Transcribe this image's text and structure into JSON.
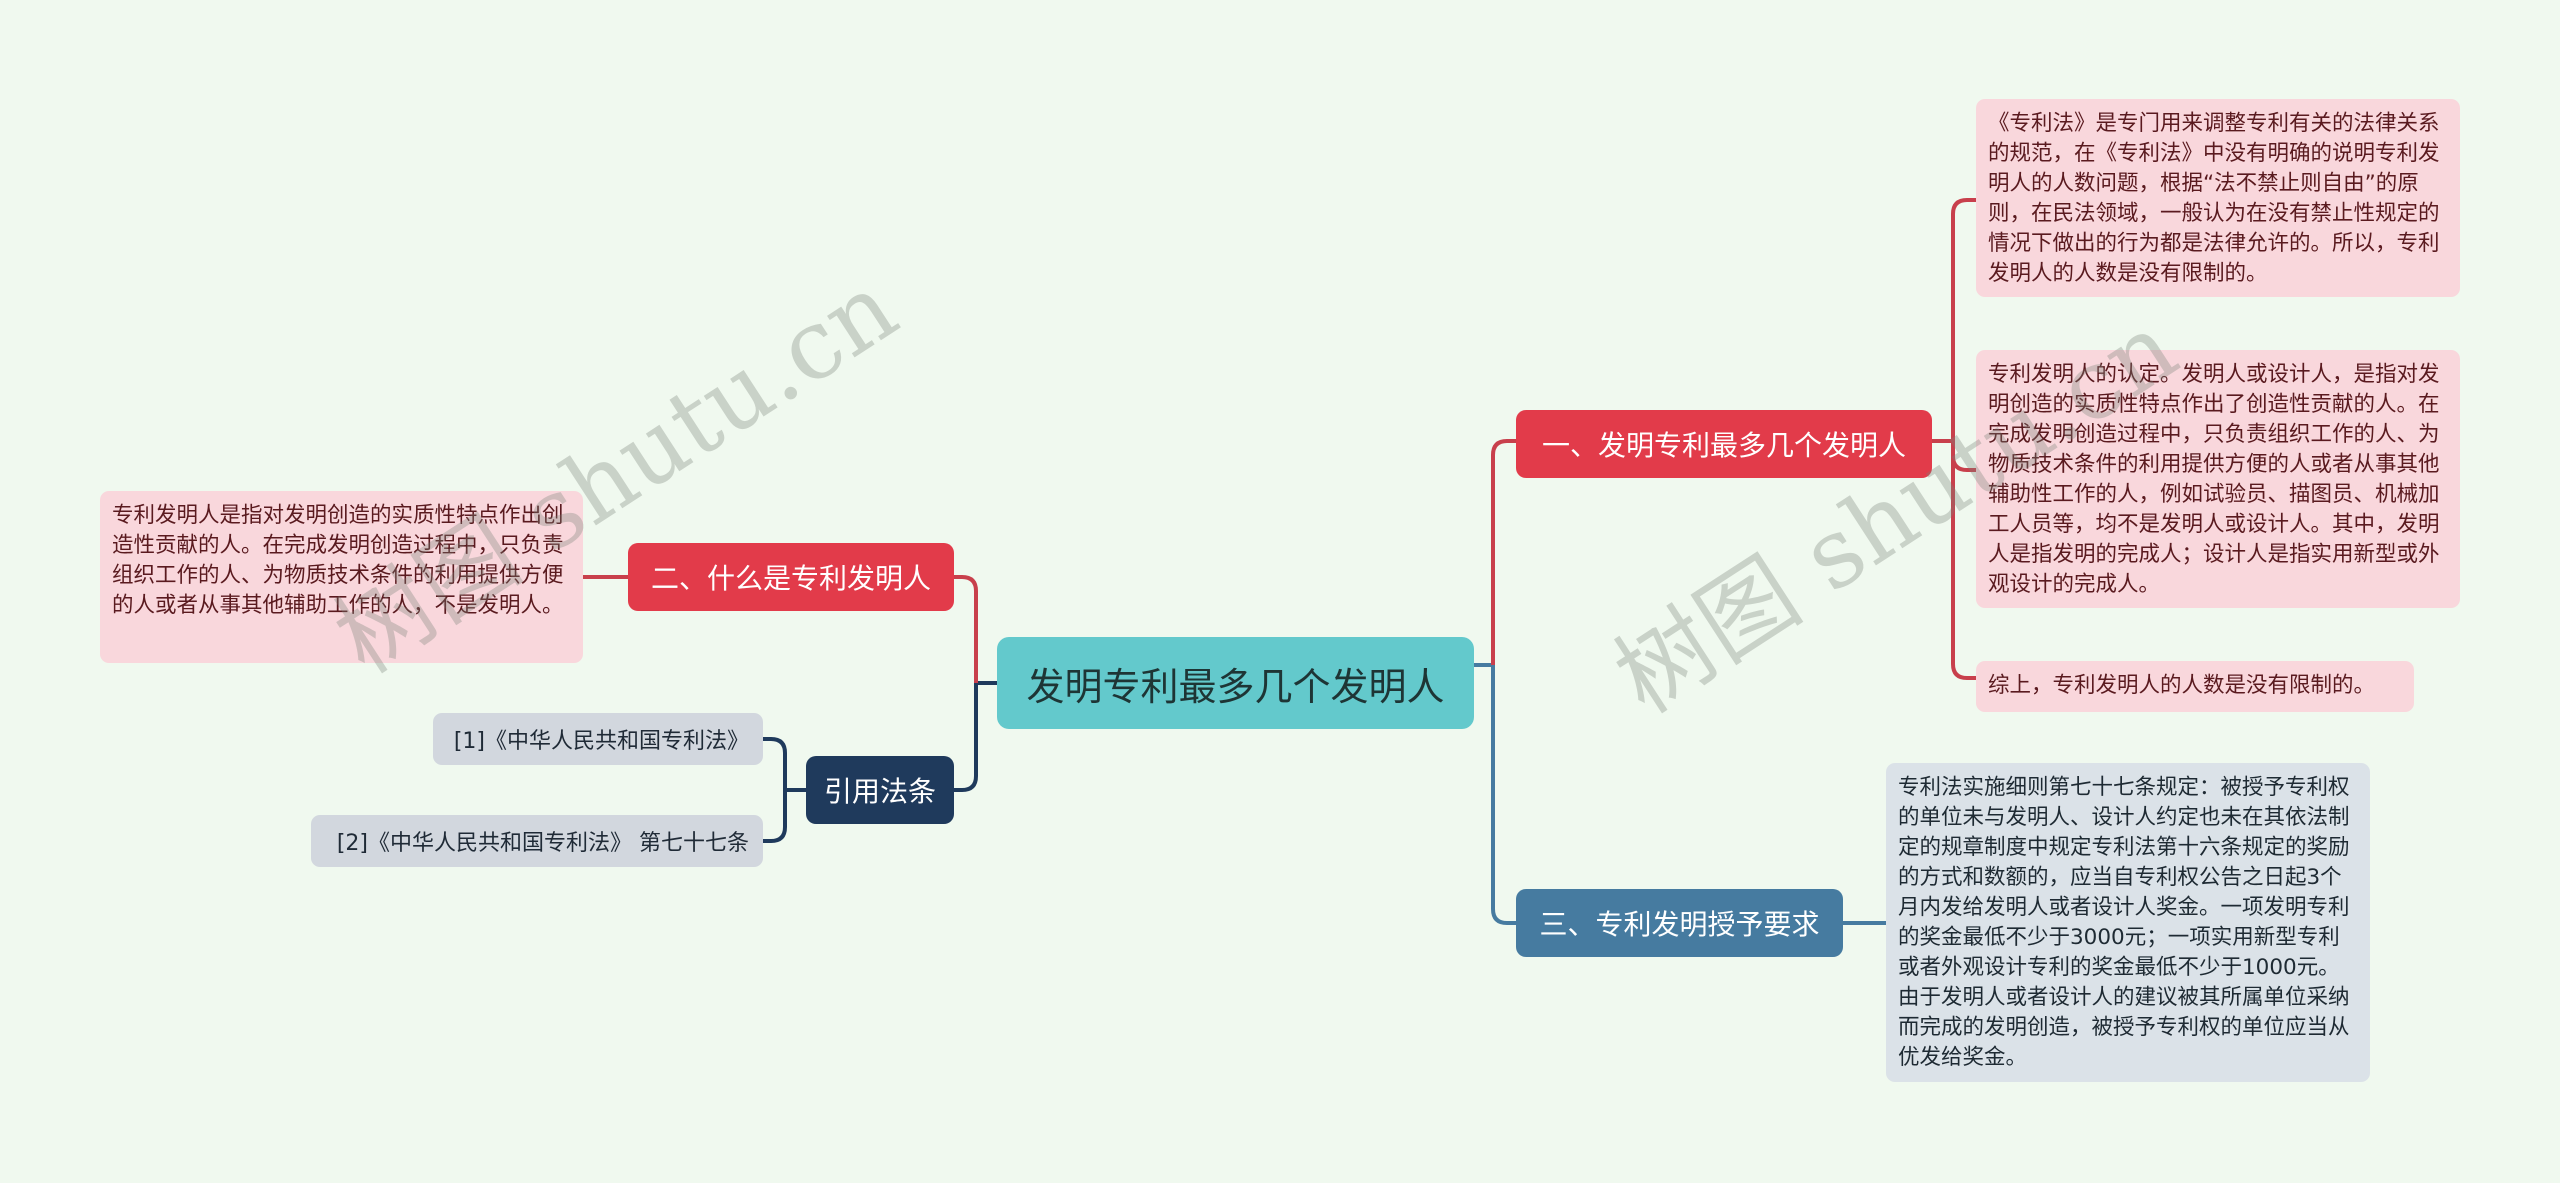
{
  "mindmap": {
    "root": {
      "label": "发明专利最多几个发明人",
      "color": "#63c9cc"
    },
    "branches": [
      {
        "label": "一、发明专利最多几个发明人",
        "color": "#e23b4a",
        "side": "right",
        "children": [
          "《专利法》是专门用来调整专利有关的法律关系的规范，在《专利法》中没有明确的说明专利发明人的人数问题，根据“法不禁止则自由”的原则，在民法领域，一般认为在没有禁止性规定的情况下做出的行为都是法律允许的。所以，专利发明人的人数是没有限制的。",
          "专利发明人的认定。发明人或设计人，是指对发明创造的实质性特点作出了创造性贡献的人。在完成发明创造过程中，只负责组织工作的人、为物质技术条件的利用提供方便的人或者从事其他辅助性工作的人，例如试验员、描图员、机械加工人员等，均不是发明人或设计人。其中，发明人是指发明的完成人；设计人是指实用新型或外观设计的完成人。",
          "综上，专利发明人的人数是没有限制的。"
        ]
      },
      {
        "label": "三、专利发明授予要求",
        "color": "#467ba0",
        "side": "right",
        "children": [
          "专利法实施细则第七十七条规定：被授予专利权的单位未与发明人、设计人约定也未在其依法制定的规章制度中规定专利法第十六条规定的奖励的方式和数额的，应当自专利权公告之日起3个月内发给发明人或者设计人奖金。一项发明专利的奖金最低不少于3000元；一项实用新型专利或者外观设计专利的奖金最低不少于1000元。由于发明人或者设计人的建议被其所属单位采纳而完成的发明创造，被授予专利权的单位应当从优发给奖金。"
        ]
      },
      {
        "label": "二、什么是专利发明人",
        "color": "#e23b4a",
        "side": "left",
        "children": [
          "专利发明人是指对发明创造的实质性特点作出创造性贡献的人。在完成发明创造过程中，只负责组织工作的人、为物质技术条件的利用提供方便的人或者从事其他辅助工作的人，不是发明人。"
        ]
      },
      {
        "label": "引用法条",
        "color": "#1f3a5c",
        "side": "left",
        "children": [
          "[1]《中华人民共和国专利法》",
          "[2]《中华人民共和国专利法》 第七十七条"
        ]
      }
    ]
  },
  "watermarks": [
    "树图 shutu.cn",
    "树图 shutu.cn"
  ]
}
